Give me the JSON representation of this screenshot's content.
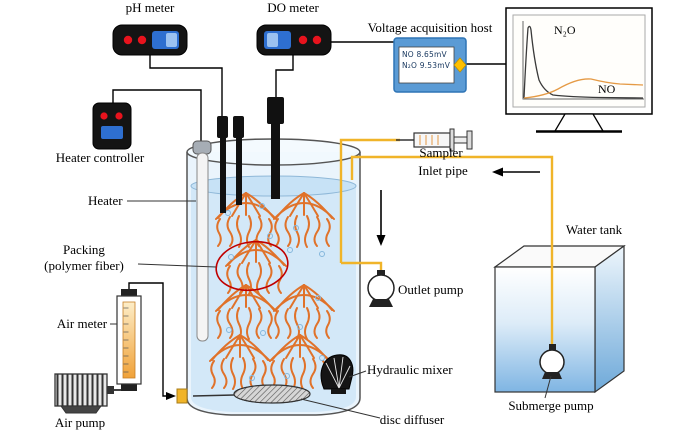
{
  "labels": {
    "ph_meter": "pH meter",
    "do_meter": "DO meter",
    "voltage_host": "Voltage acquisition host",
    "heater_controller": "Heater controller",
    "heater": "Heater",
    "packing_line1": "Packing",
    "packing_line2": "(polymer fiber)",
    "sampler": "Sampler",
    "inlet_pipe": "Inlet pipe",
    "outlet_pump": "Outlet pump",
    "water_tank": "Water tank",
    "air_meter": "Air meter",
    "air_pump": "Air pump",
    "hydraulic_mixer": "Hydraulic mixer",
    "disc_diffuser": "disc diffuser",
    "submerge_pump": "Submerge pump"
  },
  "host_display": {
    "line1": "NO  8.65mV",
    "line2": "N₂O  9.53mV"
  },
  "monitor": {
    "curve1_label": "N₂O",
    "curve2_label": "NO"
  },
  "colors": {
    "tubing_yellow": "#f0b429",
    "packing_orange": "#e0722a",
    "host_box_blue": "#5b9bd5",
    "highlight_red": "#c00000",
    "screen_blue": "#2e6fd0",
    "indicator_red": "#e8131d",
    "no_curve_orange": "#e59a45"
  }
}
